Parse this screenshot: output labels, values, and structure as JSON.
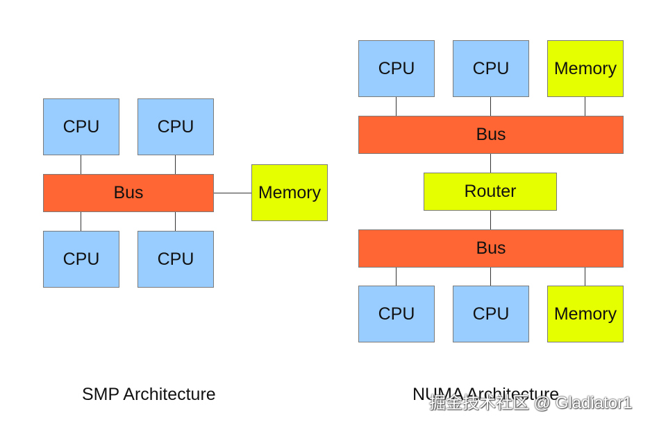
{
  "smp": {
    "caption": "SMP Architecture",
    "cpus": [
      "CPU",
      "CPU",
      "CPU",
      "CPU"
    ],
    "bus": "Bus",
    "memory": "Memory"
  },
  "numa": {
    "caption": "NUMA Architecture",
    "top_cpus": [
      "CPU",
      "CPU"
    ],
    "top_memory": "Memory",
    "top_bus": "Bus",
    "router": "Router",
    "bottom_bus": "Bus",
    "bottom_cpus": [
      "CPU",
      "CPU"
    ],
    "bottom_memory": "Memory"
  },
  "watermark": "掘金技术社区 @ Gladiator1",
  "colors": {
    "cpu": "#99ccff",
    "bus": "#ff6633",
    "memory": "#e6ff00",
    "connector": "#333333"
  }
}
